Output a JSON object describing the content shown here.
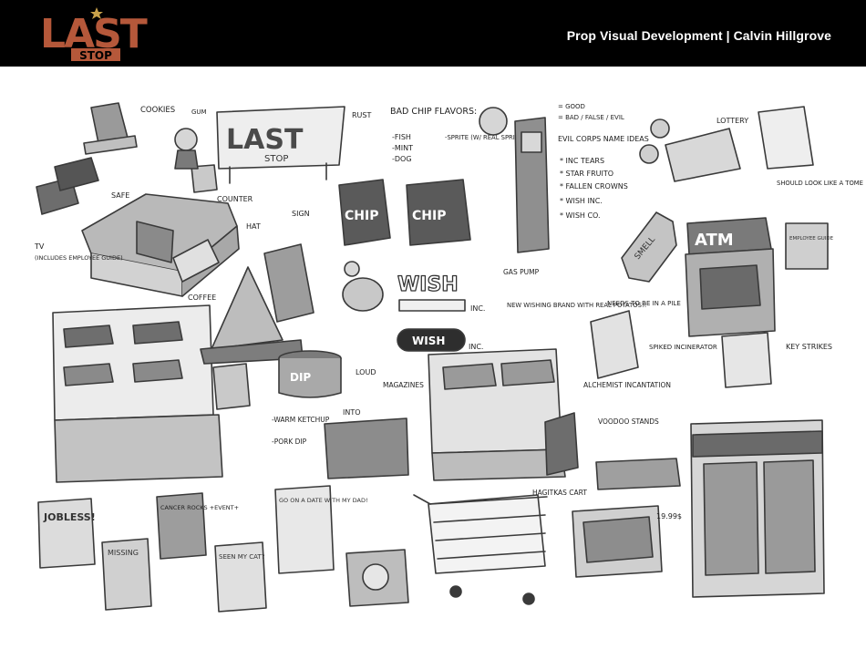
{
  "header": {
    "logo_text": "LAST",
    "logo_sub": "STOP",
    "title": "Prop Visual Development | Calvin Hillgrove"
  },
  "colors": {
    "header_bg": "#000000",
    "logo_brown": "#b5583a",
    "logo_star": "#c8a24a",
    "sketch_gray": "#9a9a9a",
    "sketch_dark": "#3a3a3a"
  },
  "notes": {
    "cookies": "COOKIES",
    "gum": "GUM",
    "safe": "SAFE",
    "counter": "COUNTER",
    "tv": "TV",
    "tv_sub": "(INCLUDES EMPLOYEE GUIDE)",
    "sign": "SIGN",
    "rust": "RUST",
    "sign_text": "LAST",
    "sign_sub": "STOP",
    "bad_chip": "BAD CHIP FLAVORS:",
    "fish": "-FISH",
    "mint": "-MINT",
    "dog": "-DOG",
    "sprite": "-SPRITE (W/ REAL SPRITE)",
    "chip": "CHIP",
    "gas_pump": "GAS PUMP",
    "legend_good": "= GOOD",
    "legend_bad": "= BAD / FALSE / EVIL",
    "evil_corps": "EVIL CORPS NAME IDEAS",
    "evil_1": "* INC TEARS",
    "evil_2": "* STAR FRUITO",
    "evil_3": "* FALLEN CROWNS",
    "evil_4": "* WISH INC.",
    "evil_5": "* WISH CO.",
    "smell": "SMELL",
    "lottery": "LOTTERY",
    "should_look": "SHOULD LOOK LIKE A TOME",
    "employee_guide": "EMPLOYEE GUIDE",
    "atm": "ATM",
    "key_strikes": "KEY STRIKES",
    "spiked": "SPIKED INCINERATOR",
    "needs_pile": "NEEDS TO BE IN A PILE",
    "hat": "HAT",
    "coffee": "COFFEE",
    "wish": "WISH",
    "inc": "INC.",
    "new_wishing": "NEW WISHING BRAND WITH REAL POTATOS!!",
    "loud": "LOUD",
    "magazines": "MAGAZINES",
    "alchemist": "ALCHEMIST INCANTATION",
    "voodoo": "VOODOO STANDS",
    "warm_ketchup": "-WARM KETCHUP",
    "pork_dip": "-PORK DIP",
    "dip": "DIP",
    "into": "INTO",
    "jobless": "JOBLESS!",
    "missing": "MISSING",
    "cancer": "CANCER ROCKS +EVENT+",
    "seen_cat": "SEEN MY CAT?",
    "date": "GO ON A DATE WITH MY DAD!",
    "hagitkas": "HAGITKAS CART",
    "price": "19.99$"
  }
}
